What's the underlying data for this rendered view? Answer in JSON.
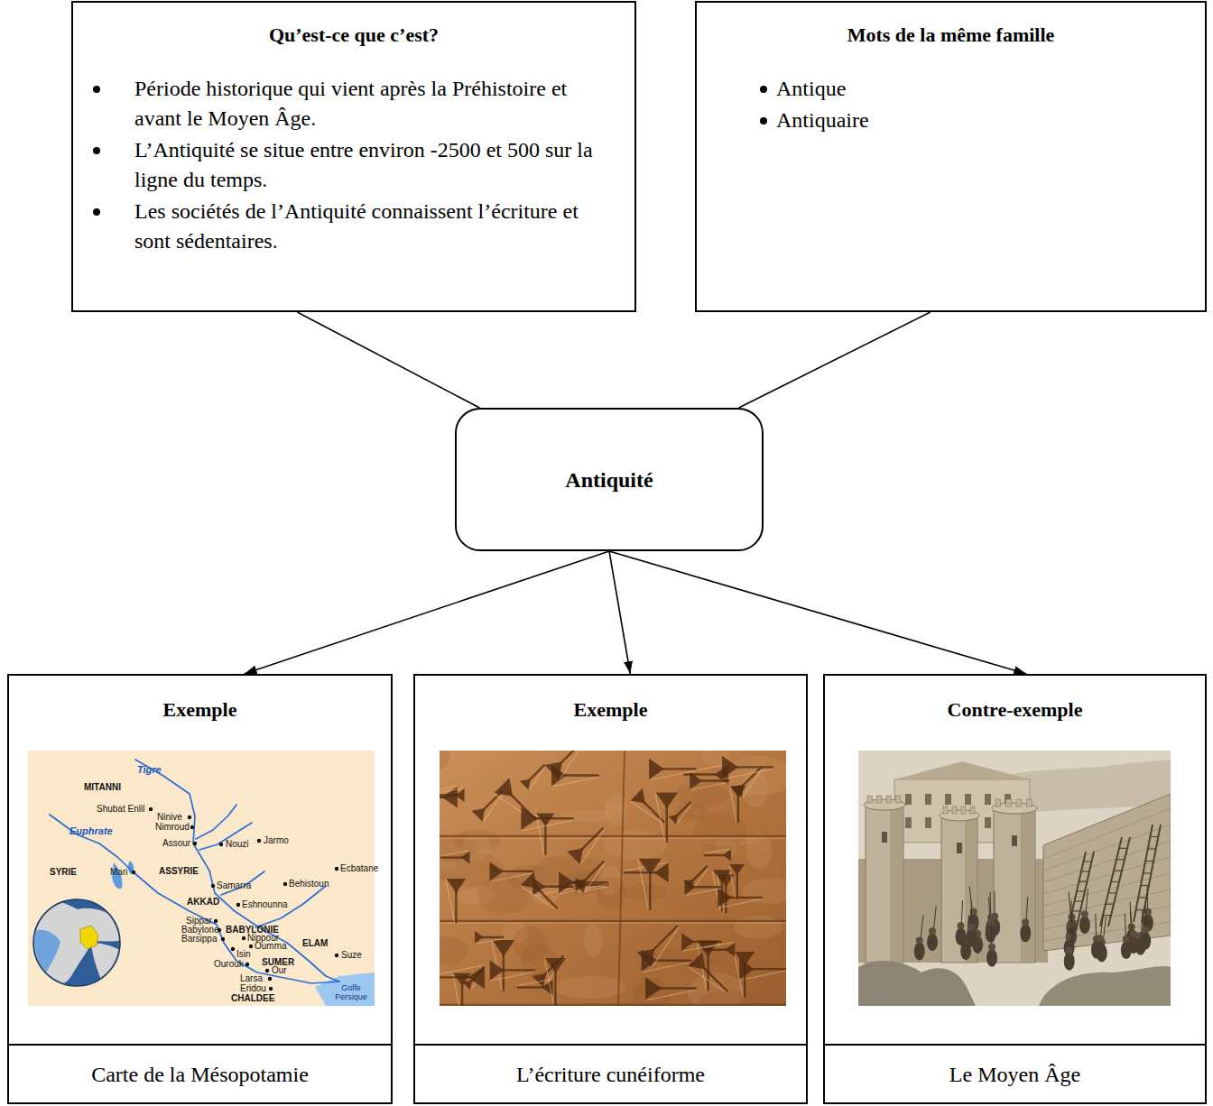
{
  "diagram": {
    "nodes": [
      {
        "text": [
          "Qu’est-ce que c’est?",
          "Période historique qui vient après la Préhistoire et avant le Moyen Âge.",
          "L’Antiquité se situe entre environ -2500 et 500 sur la ligne du temps.",
          "Les sociétés de l’Antiquité connaissent l’écriture et sont sédentaires."
        ]
      },
      {
        "text": [
          "Mots de la même famille",
          "Antique",
          "Antiquaire"
        ]
      },
      {
        "text": [
          "Antiquité"
        ]
      },
      {
        "text": [
          "Exemple",
          "Carte de la Mésopotamie"
        ]
      },
      {
        "text": [
          "Exemple",
          "L’écriture cunéiforme"
        ]
      },
      {
        "text": [
          "Contre-exemple",
          "Le Moyen Âge"
        ]
      }
    ],
    "edges": [
      {
        "from": 0,
        "to": 2,
        "arrow": "none"
      },
      {
        "from": 1,
        "to": 2,
        "arrow": "none"
      },
      {
        "from": 2,
        "to": 3,
        "arrow": "to"
      },
      {
        "from": 2,
        "to": 4,
        "arrow": "to"
      },
      {
        "from": 2,
        "to": 5,
        "arrow": "to"
      }
    ],
    "labels": [
      "Tigre",
      "MITANNI",
      "Shubat Enlil",
      "Ninive",
      "Nimroud",
      "Euphrate",
      "Assour",
      "Nouzi",
      "Jarmo",
      "Ecbatane",
      "SYRIE",
      "Mari",
      "ASSYRIE",
      "Samarra",
      "Behistoun",
      "AKKAD",
      "Eshnounna",
      "Sippar",
      "Babylone",
      "BABYLONIE",
      "Barsippa",
      "Nippour",
      "Oumma",
      "ELAM",
      "Isin",
      "Suze",
      "SUMER",
      "Ourouk",
      "Our",
      "Larsa",
      "Eridou",
      "CHALDEE",
      "Golfe Persique"
    ]
  }
}
